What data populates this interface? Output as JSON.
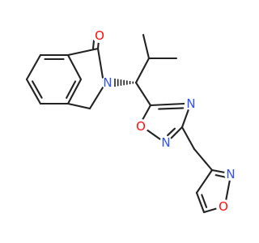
{
  "molecule": {
    "atom_labels": {
      "carbonyl_oxygen": "O",
      "lactam_nitrogen": "N",
      "ring_oxygen": "O",
      "oxadiazole_nitrogen_upper": "N",
      "oxadiazole_nitrogen_lower": "N",
      "isoxazole_nitrogen": "N",
      "isoxazole_oxygen": "O"
    }
  },
  "colors": {
    "bond": "#222222",
    "oxygen": "#ff0d0d",
    "nitrogen": "#3050f8",
    "background": "#ffffff"
  }
}
